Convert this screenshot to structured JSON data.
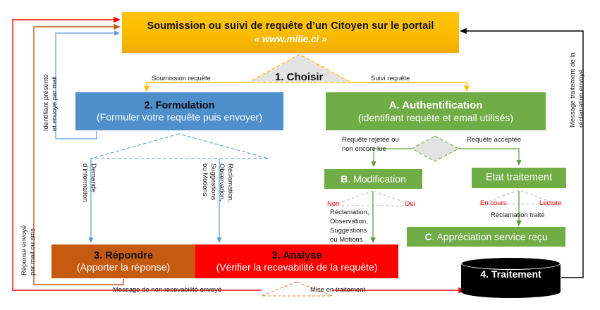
{
  "diagram": {
    "title_nodes": {
      "portal": {
        "line1": "Soumission ou suivi de requête d’un Citoyen sur le portail",
        "line2": "« www.milie.ci »",
        "color": "#ffc000"
      },
      "choisir": {
        "label": "1. Choisir",
        "shape": "decision",
        "color": "#e3e3e3"
      },
      "formulation": {
        "line1": "2. Formulation",
        "line2": "(Formuler votre requête puis envoyer)",
        "color": "#4e8fcc"
      },
      "authentification": {
        "line1_bold": "A",
        "line1": ". Authentification",
        "line2": "(identifiant requête et email utilisés)",
        "color": "#70ad47"
      },
      "modification": {
        "bold": "B",
        "label": ". Modification",
        "color": "#70ad47"
      },
      "etat_traitement": {
        "label": "Etat traitement",
        "color": "#70ad47"
      },
      "appreciation": {
        "bold": "C",
        "label": ". Appréciation service reçu",
        "color": "#70ad47"
      },
      "repondre": {
        "line1": "3. Répondre",
        "line2": "(Apporter la réponse)",
        "color": "#c55a11"
      },
      "analyse": {
        "line1": "3. Analyse",
        "line2": "(Vérifier la recevabilité de la requête)",
        "color": "#fe0000"
      },
      "traitement": {
        "label": "4. Traitement",
        "color": "#000000"
      }
    },
    "edge_labels": {
      "soumission_requete": "Soumission requête",
      "suivi_requete": "Suivi requête",
      "requete_rejetee": "Requête rejetée ou",
      "requete_rejetee_2": "non encore lue",
      "requete_acceptee": "Requête acceptée",
      "non": "Non",
      "oui": "Oui",
      "en_cours": "En cours",
      "lecture": "Lecture",
      "reclamation_traite": "Réclamation traité",
      "reclamation_block_1": "Réclamation,",
      "reclamation_block_2": "Observation,",
      "reclamation_block_3": "Suggestions",
      "reclamation_block_4": "ou Motions",
      "message_non_recevabilite": "Message de non recevabilité envoyé",
      "mise_en_traitement": "Mise en traitement"
    },
    "vertical_labels": {
      "identifiant_1": "Identifiant présenté",
      "identifiant_2": "et envoyé par mail",
      "reponse_1": "Réponse envoyé",
      "reponse_2": "par mail ou sms",
      "message_traitement_1": "Message traitement de la",
      "message_traitement_2": "réclamation envoyé",
      "demande_1": "Demande",
      "demande_2": "d’information",
      "reclam_v1": "Réclamation,",
      "reclam_v2": "Observation,",
      "reclam_v3": "Suggestions",
      "reclam_v4": "ou Motions"
    },
    "palette": {
      "yellow": "#ffc000",
      "blue": "#4e8fcc",
      "green": "#70ad47",
      "orange": "#c55a11",
      "red": "#fe0000",
      "black": "#000000",
      "grey": "#e3e3e3",
      "red_text": "#ff0000"
    }
  }
}
